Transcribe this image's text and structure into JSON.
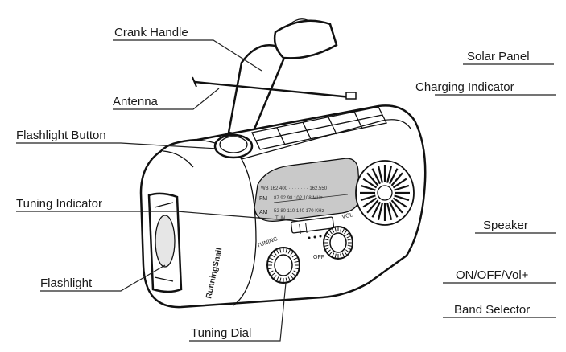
{
  "labels": {
    "crank_handle": "Crank Handle",
    "solar_panel": "Solar Panel",
    "charging_indicator": "Charging Indicator",
    "antenna": "Antenna",
    "flashlight_button": "Flashlight Button",
    "tuning_indicator": "Tuning Indicator",
    "speaker": "Speaker",
    "flashlight": "Flashlight",
    "on_off_vol": "ON/OFF/Vol+",
    "band_selector": "Band Selector",
    "tuning_dial": "Tuning Dial"
  },
  "radio": {
    "brand": "RunningSnail",
    "tuning_text": "TUNING",
    "vol_text": "VOL",
    "off_text": "OFF",
    "dial": {
      "wb_row": "WB 162.400 · · · · · · · 162.550",
      "fm_label": "FM",
      "fm_values": "87  92  98  102  108  MHz",
      "am_label": "AM",
      "am_values": "52  80  110  140  170  KHz",
      "tuning_mark": "TUN"
    }
  }
}
